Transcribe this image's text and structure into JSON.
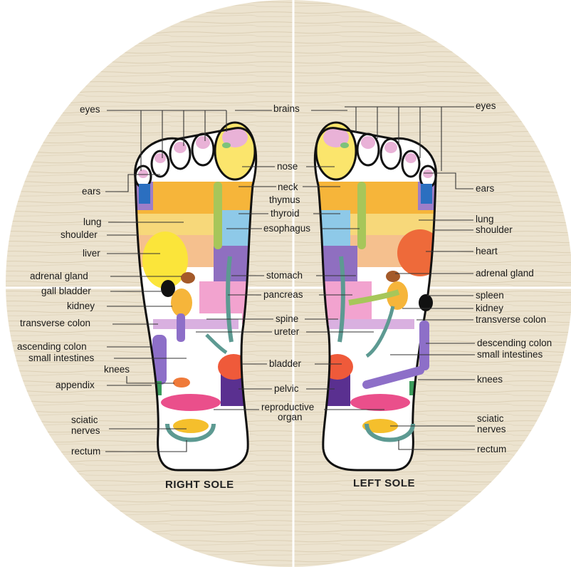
{
  "colors": {
    "background_wood": "#ece3cf",
    "divider": "#ffffff",
    "outline": "#111111"
  },
  "captions": {
    "right_sole": "RIGHT SOLE",
    "left_sole": "LEFT SOLE"
  },
  "center_labels": {
    "brains": "brains",
    "nose": "nose",
    "neck": "neck",
    "thymus": "thymus",
    "thyroid": "thyroid",
    "esophagus": "esophagus",
    "stomach": "stomach",
    "pancreas": "pancreas",
    "spine": "spine",
    "ureter": "ureter",
    "bladder": "bladder",
    "pelvic": "pelvic",
    "reproductive_1": "reproductive",
    "reproductive_2": "organ"
  },
  "right_sole_labels": {
    "eyes": "eyes",
    "ears": "ears",
    "lung": "lung",
    "shoulder": "shoulder",
    "liver": "liver",
    "adrenal_gland": "adrenal gland",
    "gall_bladder": "gall bladder",
    "kidney": "kidney",
    "transverse_colon": "transverse colon",
    "ascending_colon": "ascending colon",
    "small_intestines": "small intestines",
    "knees": "knees",
    "appendix": "appendix",
    "sciatic_1": "sciatic",
    "sciatic_2": "nerves",
    "rectum": "rectum"
  },
  "left_sole_labels": {
    "eyes": "eyes",
    "ears": "ears",
    "lung": "lung",
    "shoulder": "shoulder",
    "heart": "heart",
    "adrenal_gland": "adrenal gland",
    "spleen": "spleen",
    "kidney": "kidney",
    "transverse_colon": "transverse colon",
    "descending_colon": "descending colon",
    "small_intestines": "small intestines",
    "knees": "knees",
    "sciatic_1": "sciatic",
    "sciatic_2": "nerves",
    "rectum": "rectum"
  }
}
